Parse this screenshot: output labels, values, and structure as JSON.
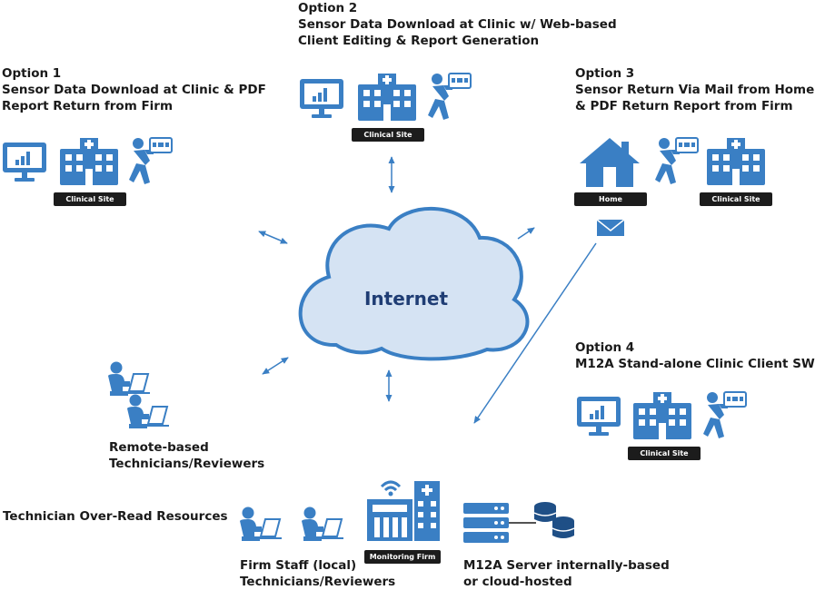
{
  "colors": {
    "icon_blue": "#3a7fc4",
    "cloud_fill": "#d5e3f3",
    "cloud_stroke": "#3a7fc4",
    "badge_bg": "#1c1c1c",
    "text": "#1a1a1a"
  },
  "cloud": {
    "label": "Internet"
  },
  "option1": {
    "title": "Option 1",
    "lines": [
      "Sensor Data Download at Clinic & PDF",
      "Report Return from Firm"
    ],
    "badge": "Clinical Site",
    "icons": [
      "monitor-icon",
      "hospital-icon",
      "courier-icon"
    ]
  },
  "option2": {
    "title": "Option 2",
    "lines": [
      "Sensor Data Download at Clinic w/ Web-based",
      "Client Editing & Report Generation"
    ],
    "badge": "Clinical Site",
    "icons": [
      "monitor-icon",
      "hospital-icon",
      "courier-icon"
    ]
  },
  "option3": {
    "title": "Option 3",
    "lines": [
      "Sensor Return Via Mail from Home",
      "& PDF Return Report from Firm"
    ],
    "badge_home": "Home",
    "badge_clinic": "Clinical Site",
    "icons": [
      "house-icon",
      "courier-icon",
      "hospital-icon",
      "envelope-icon"
    ]
  },
  "option4": {
    "title": "Option 4",
    "lines": [
      "M12A Stand-alone Clinic Client SW"
    ],
    "badge": "Clinical Site",
    "icons": [
      "monitor-icon",
      "hospital-icon",
      "courier-icon"
    ]
  },
  "remote": {
    "lines": [
      "Remote-based",
      "Technicians/Reviewers"
    ],
    "icons": [
      "laptop-user-icon",
      "laptop-user-icon"
    ]
  },
  "resources": {
    "label": "Technician Over-Read Resources"
  },
  "firm_staff": {
    "lines": [
      "Firm Staff (local)",
      "Technicians/Reviewers"
    ],
    "icons": [
      "laptop-user-icon",
      "laptop-user-icon"
    ]
  },
  "monitoring_firm": {
    "badge": "Monitoring Firm",
    "icons": [
      "firm-building-icon"
    ]
  },
  "server": {
    "lines": [
      "M12A Server internally-based",
      "or cloud-hosted"
    ],
    "icons": [
      "server-rack-icon",
      "database-icon"
    ]
  }
}
